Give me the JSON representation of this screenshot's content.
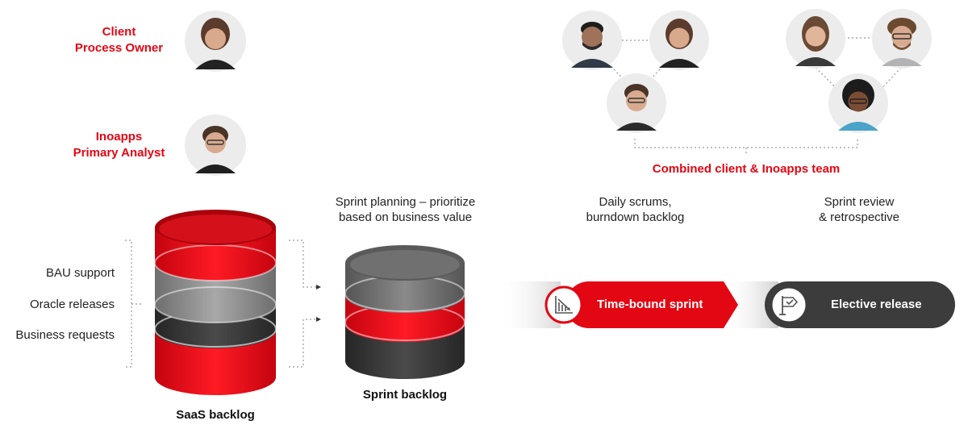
{
  "roles": {
    "client_owner": [
      "Client",
      "Process Owner"
    ],
    "primary_analyst": [
      "Inoapps",
      "Primary Analyst"
    ]
  },
  "team": {
    "label": "Combined client & Inoapps team"
  },
  "sources": {
    "items": [
      "BAU support",
      "Oracle releases",
      "Business requests"
    ]
  },
  "backlogs": {
    "saas_label": "SaaS backlog",
    "sprint_label": "Sprint backlog"
  },
  "phases": {
    "planning": [
      "Sprint planning – prioritize",
      "based on business value"
    ],
    "scrums": [
      "Daily scrums,",
      "burndown backlog"
    ],
    "review": [
      "Sprint review",
      "& retrospective"
    ]
  },
  "flow": {
    "sprint_label": "Time-bound sprint",
    "release_label": "Elective release"
  },
  "icons": {
    "sprint": "burndown-chart-icon",
    "release": "release-sign-icon"
  },
  "colors": {
    "brand_red": "#e30613",
    "dark_gray": "#3c3c3c",
    "mid_gray": "#8c8c8c"
  }
}
